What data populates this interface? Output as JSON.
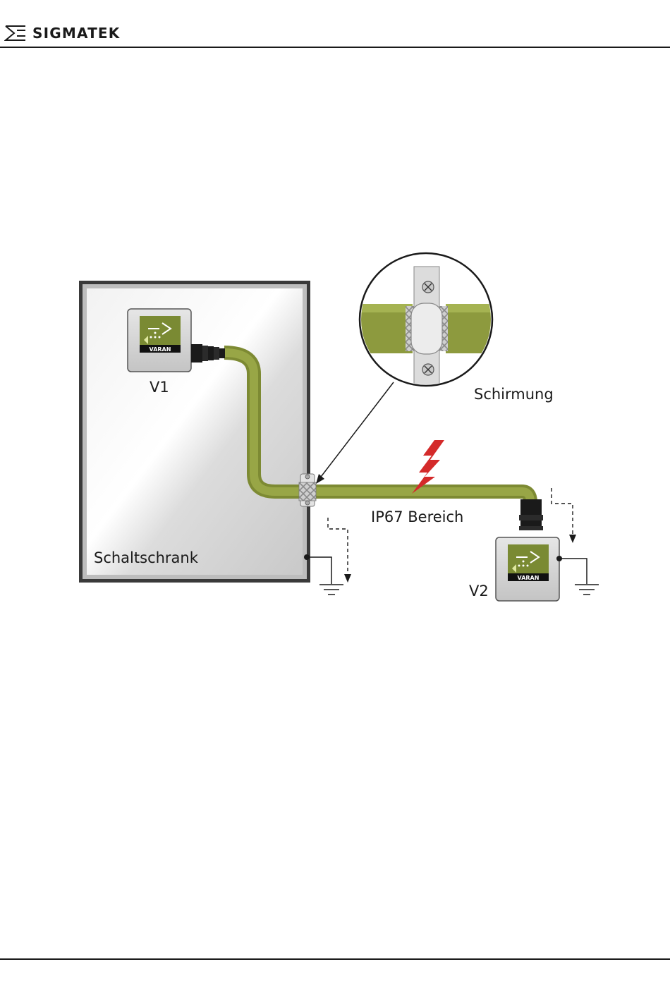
{
  "header": {
    "logo_text": "SIGMATEK"
  },
  "diagram": {
    "label_v1": "V1",
    "label_v2": "V2",
    "label_cabinet": "Schaltschrank",
    "label_shield": "Schirmung",
    "label_ip67": "IP67 Bereich",
    "device_badge": "VARAN",
    "colors": {
      "cable": "#8d9a3e",
      "device_green": "#7a8a33",
      "lightning": "#d42a2a",
      "cabinet_frame": "#3a3a3a"
    },
    "icons": [
      "sigmatek-logo-icon",
      "varan-device-icon",
      "ground-icon",
      "lightning-icon",
      "screw-icon",
      "arrow-icon"
    ]
  }
}
